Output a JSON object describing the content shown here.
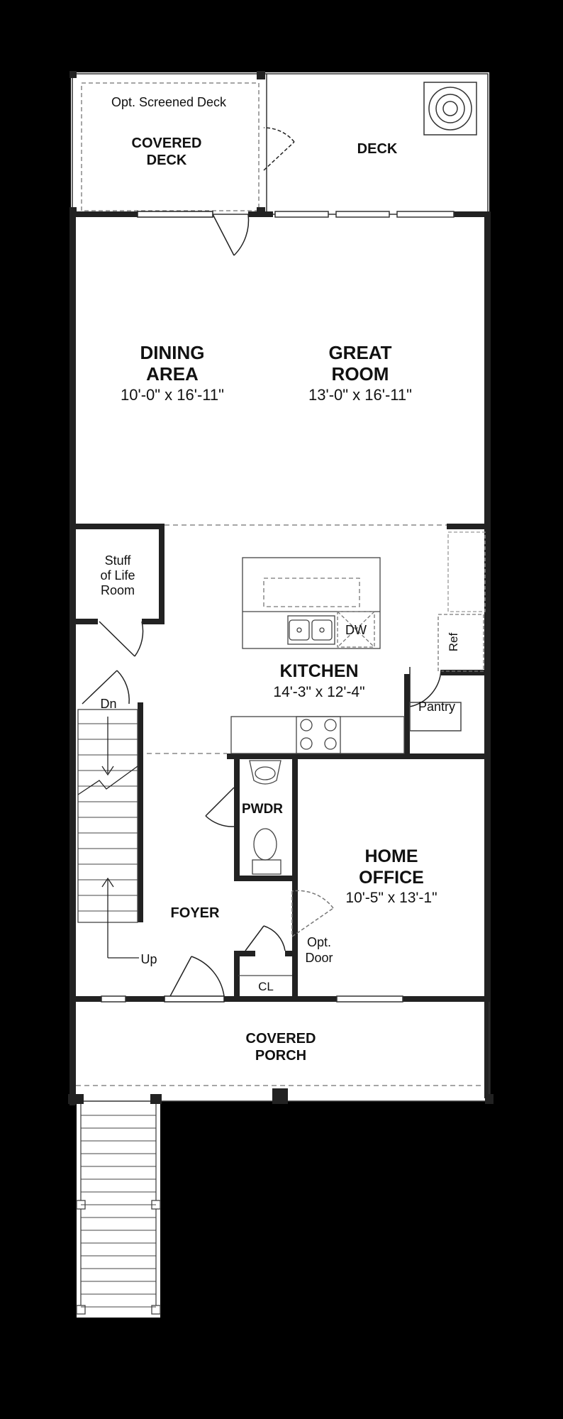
{
  "rooms": {
    "covered_deck": {
      "line1": "COVERED",
      "line2": "DECK",
      "option": "Opt. Screened Deck"
    },
    "deck": {
      "name": "DECK"
    },
    "dining": {
      "line1": "DINING",
      "line2": "AREA",
      "dims": "10'-0\" x 16'-11\""
    },
    "great_room": {
      "line1": "GREAT",
      "line2": "ROOM",
      "dims": "13'-0\" x 16'-11\""
    },
    "stuff_of_life": {
      "line1": "Stuff",
      "line2": "of Life",
      "line3": "Room"
    },
    "kitchen": {
      "name": "KITCHEN",
      "dims": "14'-3\" x 12'-4\""
    },
    "pantry": {
      "name": "Pantry"
    },
    "powder": {
      "name": "PWDR"
    },
    "home_office": {
      "line1": "HOME",
      "line2": "OFFICE",
      "dims": "10'-5\" x 13'-1\""
    },
    "foyer": {
      "name": "FOYER"
    },
    "closet": {
      "name": "CL"
    },
    "covered_porch": {
      "line1": "COVERED",
      "line2": "PORCH"
    }
  },
  "fixtures": {
    "dishwasher": "DW",
    "refrigerator": "Ref",
    "stair_down": "Dn",
    "stair_up": "Up",
    "optional_door_line1": "Opt.",
    "optional_door_line2": "Door"
  },
  "colors": {
    "background": "#000000",
    "floor": "#ffffff",
    "wall": "#222222",
    "dashed": "#888888"
  }
}
